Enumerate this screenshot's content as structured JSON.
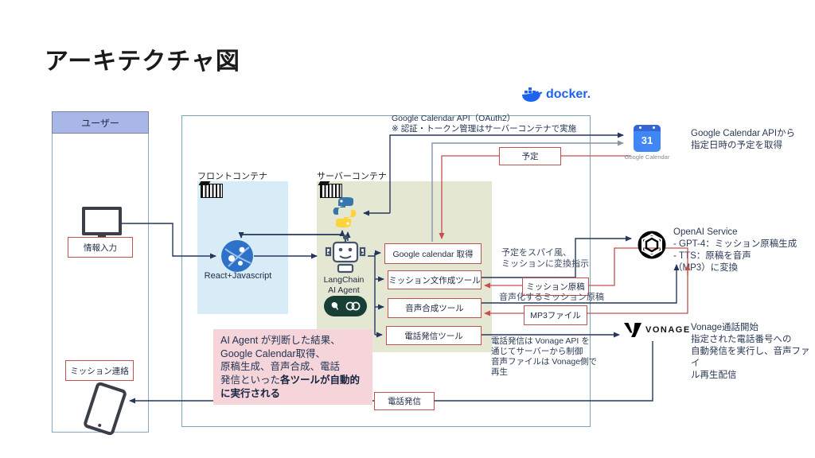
{
  "page_title": "アーキテクチャ図",
  "docker": {
    "label": "docker."
  },
  "user_panel": {
    "header": "ユーザー",
    "info_input": "情報入力",
    "mission_contact": "ミッション連絡"
  },
  "containers": {
    "front": {
      "label": "フロントコンテナ",
      "tech": "React+Javascript"
    },
    "server": {
      "label": "サーバーコンテナ",
      "agent_name": "LangChain\nAI Agent"
    }
  },
  "api_note": {
    "line1": "Google Calendar API（OAuth2）",
    "line2": "※ 認証・トークン管理はサーバーコンテナで実施"
  },
  "tools": [
    {
      "label": "Google calendar 取得"
    },
    {
      "label": "ミッション文作成ツール"
    },
    {
      "label": "音声合成ツール"
    },
    {
      "label": "電話発信ツール"
    }
  ],
  "data_labels": {
    "schedule": "予定",
    "mission_script": "ミッション原稿",
    "mp3": "MP3ファイル",
    "call": "電話発信"
  },
  "annotations": {
    "spy": "予定をスパイ風、\nミッションに変換指示",
    "voice": "音声化するミッション原稿",
    "phone": "電話発信は Vonage API を\n通じてサーバーから制御\n音声ファイルは Vonage側で\n再生",
    "gcal": "Google Calendar APIから\n指定日時の予定を取得",
    "openai": "OpenAI Service\n- GPT-4：ミッション原稿生成\n- TTS：原稿を音声\n（MP3）に変換",
    "vonage": "Vonage通話開始\n指定された電話番号への\n自動発信を実行し、音声ファイ\nル再生配信"
  },
  "note": {
    "normal": "AI Agent が判断した結果、\nGoogle Calendar取得、\n原稿生成、音声合成、電話\n発信といった",
    "bold": "各ツールが自動的に実行される"
  },
  "logos": {
    "google_calendar_caption": "Google Calendar",
    "google_calendar_day": "31",
    "vonage_text": "VONAGE"
  },
  "icons": [
    "docker-logo",
    "container-icon",
    "python-icon",
    "robot-icon",
    "langchain-icon",
    "globe-icon",
    "monitor-icon",
    "smartphone-icon",
    "google-calendar-icon",
    "openai-icon",
    "vonage-icon"
  ],
  "colors": {
    "line_navy": "#25365e",
    "line_gray": "#8793a9",
    "accent_red": "#c1504e",
    "front_container_bg": "#d7ecf7",
    "server_container_bg": "#e4e8d2",
    "note_pink": "#f5d4da",
    "user_header": "#a9b6e8",
    "docker_blue": "#1d63ed",
    "gcal_blue": "#4086f4"
  }
}
